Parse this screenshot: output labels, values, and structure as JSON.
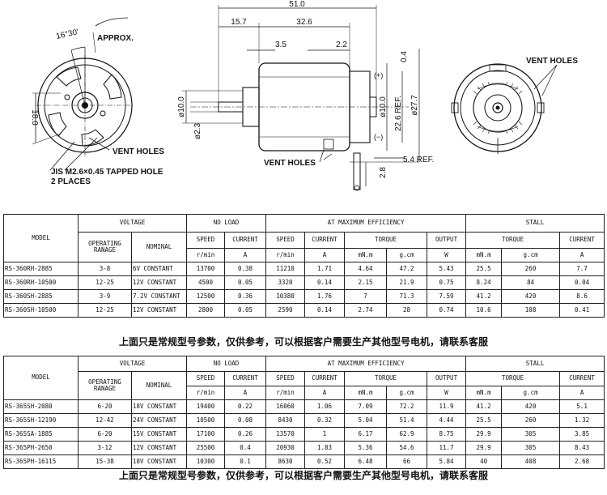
{
  "drawing": {
    "dims": {
      "overall": "51.0",
      "d157": "15.7",
      "d326": "32.6",
      "d35": "3.5",
      "d22": "2.2",
      "d04": "0.4",
      "dia10a": "ø10.0",
      "dia23": "ø2.3",
      "dia10b": "ø10.0",
      "ref226": "22.6 REF.",
      "dia277": "ø27.7",
      "d28": "2.8",
      "ref54": "5.4 REF.",
      "angle": "16°30'",
      "approx": "APPROX.",
      "d180": "18.0",
      "plus": "(+)",
      "minus": "(−)"
    },
    "labels": {
      "vent_holes_front": "VENT HOLES",
      "tapped_hole": "JIS M2.6×0.45 TAPPED HOLE",
      "two_places": "2 PLACES",
      "vent_holes_side": "VENT HOLES",
      "vent_holes_rear": "VENT HOLES"
    }
  },
  "headers": {
    "model": "MODEL",
    "voltage": "VOLTAGE",
    "no_load": "NO LOAD",
    "max_eff": "AT MAXIMUM EFFICIENCY",
    "stall": "STALL",
    "operating_range": "OPERATING RANAGE",
    "nominal": "NOMINAL",
    "speed": "SPEED",
    "current": "CURRENT",
    "torque": "TORQUE",
    "output": "OUTPUT",
    "u_rmin": "r/min",
    "u_a": "A",
    "u_mnm": "mN.m",
    "u_gcm": "g.cm",
    "u_w": "W"
  },
  "table1": {
    "rows": [
      [
        "RS-360RH-2885",
        "3-8",
        "6V CONSTANT",
        "13700",
        "0.38",
        "11210",
        "1.71",
        "4.64",
        "47.2",
        "5.43",
        "25.5",
        "260",
        "7.7"
      ],
      [
        "RS-360RH-10500",
        "12-25",
        "12V CONSTANT",
        "4500",
        "0.05",
        "3320",
        "0.14",
        "2.15",
        "21.9",
        "0.75",
        "8.24",
        "84",
        "0.04"
      ],
      [
        "RS-360SH-2885",
        "3-9",
        "7.2V CONSTANT",
        "12500",
        "0.36",
        "10380",
        "1.76",
        "7",
        "71.3",
        "7.59",
        "41.2",
        "420",
        "8.6"
      ],
      [
        "RS-360SH-10500",
        "12-25",
        "12V CONSTANT",
        "2800",
        "0.05",
        "2590",
        "0.14",
        "2.74",
        "28",
        "0.74",
        "10.6",
        "108",
        "0.41"
      ]
    ]
  },
  "table2": {
    "rows": [
      [
        "RS-365SH-2080",
        "6-20",
        "18V CONSTANT",
        "19400",
        "0.22",
        "16060",
        "1.06",
        "7.09",
        "72.2",
        "11.9",
        "41.2",
        "420",
        "5.1"
      ],
      [
        "RS-365SH-12190",
        "12-42",
        "24V CONSTANT",
        "10500",
        "0.08",
        "8430",
        "0.32",
        "5.04",
        "51.4",
        "4.44",
        "25.5",
        "260",
        "1.32"
      ],
      [
        "RS-365SA-1885",
        "6-20",
        "15V CONSTANT",
        "17100",
        "0.26",
        "13570",
        "1",
        "6.17",
        "62.9",
        "8.75",
        "29.9",
        "305",
        "3.85"
      ],
      [
        "RS-365PH-2650",
        "3-12",
        "12V CONSTANT",
        "25500",
        "0.4",
        "20930",
        "1.83",
        "5.36",
        "54.6",
        "11.7",
        "29.9",
        "305",
        "8.43"
      ],
      [
        "RS-365PH-16115",
        "15-38",
        "18V CONSTANT",
        "10300",
        "0.1",
        "8630",
        "0.52",
        "6.48",
        "66",
        "5.84",
        "40",
        "408",
        "2.68"
      ]
    ]
  },
  "note1": "上面只是常规型号参数，仅供参考，可以根据客户需要生产其他型号电机，请联系客服",
  "note2": "上面只是常规型号参数，仅供参考，可以根据客户需要生产其他型号电机，请联系客服"
}
